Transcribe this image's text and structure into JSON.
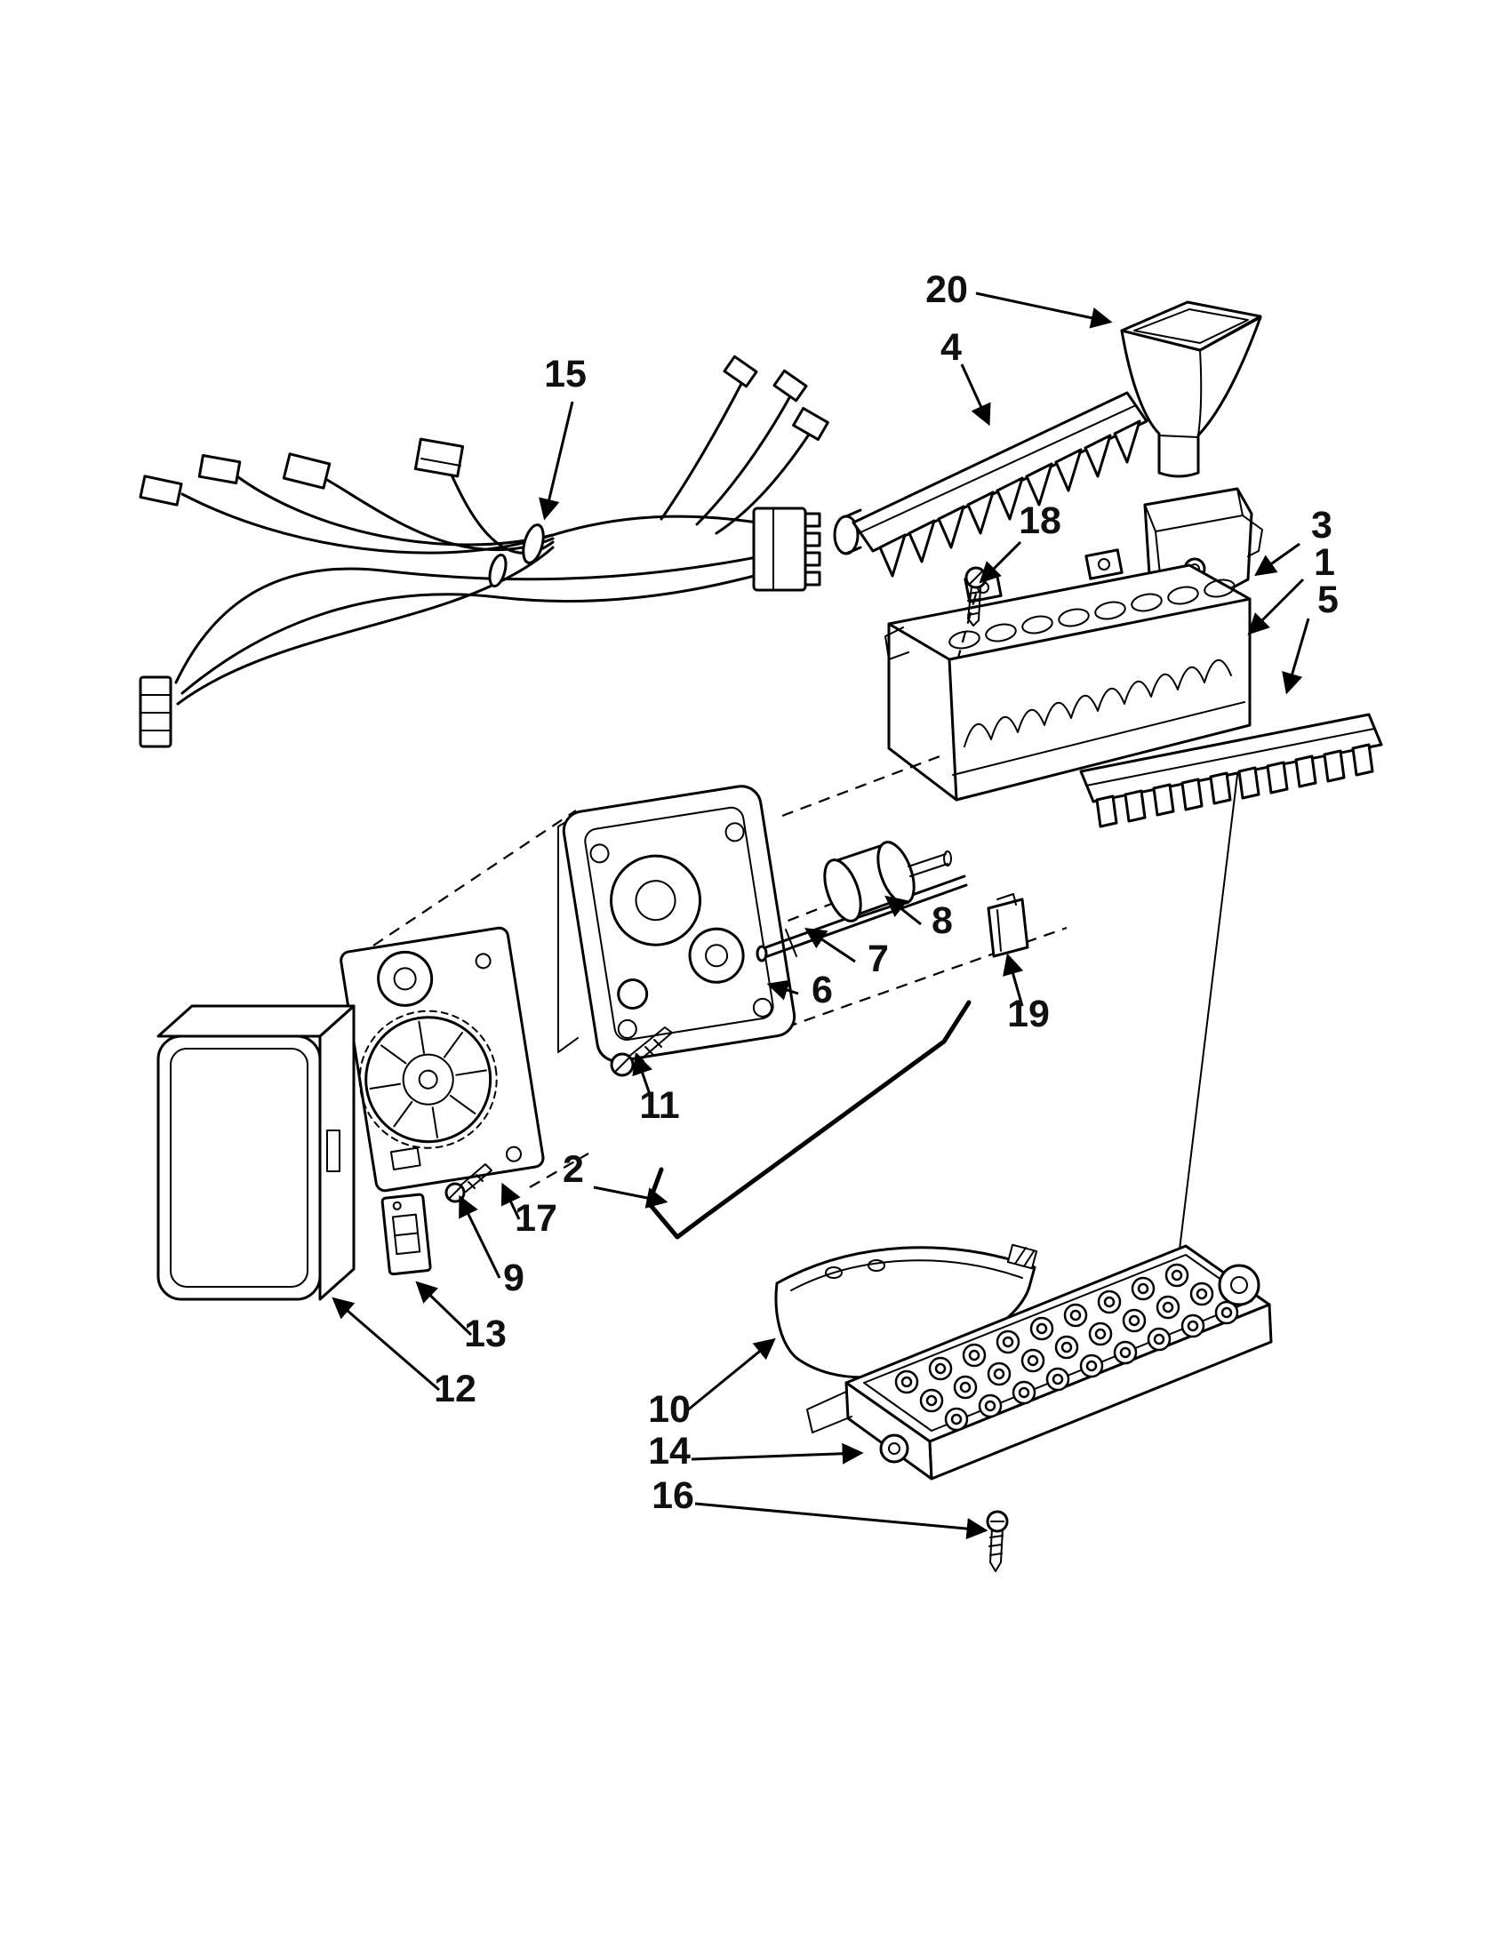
{
  "diagram": {
    "colors": {
      "background": "#ffffff",
      "line": "#000000"
    },
    "callouts": [
      {
        "label": "20"
      },
      {
        "label": "4"
      },
      {
        "label": "15"
      },
      {
        "label": "18"
      },
      {
        "label": "3"
      },
      {
        "label": "1"
      },
      {
        "label": "5"
      },
      {
        "label": "8"
      },
      {
        "label": "7"
      },
      {
        "label": "6"
      },
      {
        "label": "19"
      },
      {
        "label": "11"
      },
      {
        "label": "2"
      },
      {
        "label": "17"
      },
      {
        "label": "9"
      },
      {
        "label": "13"
      },
      {
        "label": "12"
      },
      {
        "label": "10"
      },
      {
        "label": "14"
      },
      {
        "label": "16"
      }
    ]
  }
}
